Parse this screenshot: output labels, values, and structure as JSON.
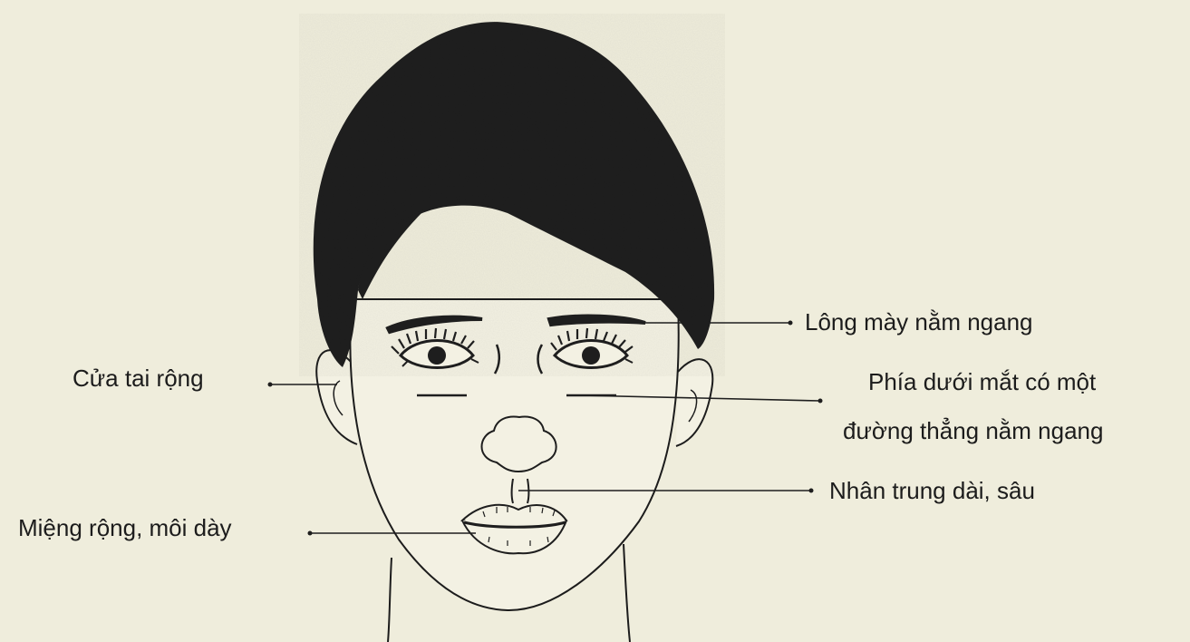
{
  "labels": {
    "eyebrow": "Lông mày nằm ngang",
    "ear": "Cửa tai rộng",
    "under_eye_line1": "Phía dưới mắt có một",
    "under_eye_line2": "đường thẳng nằm ngang",
    "philtrum": "Nhân trung dài, sâu",
    "mouth": "Miệng rộng, môi dày"
  },
  "colors": {
    "paper": "#efeddc",
    "ink": "#1c1c1c",
    "hair": "#1e1e1e"
  }
}
